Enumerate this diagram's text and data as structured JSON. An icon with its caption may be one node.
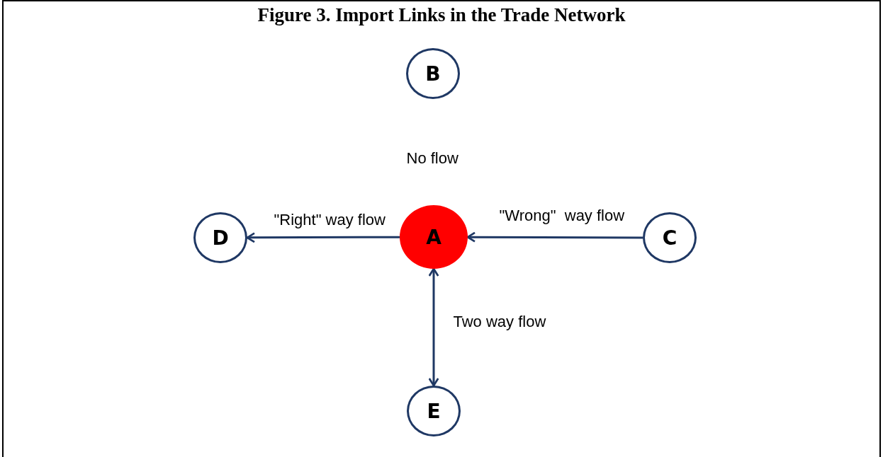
{
  "diagram": {
    "title": "Figure 3. Import Links in the Trade Network",
    "nodes": [
      {
        "text": [
          "B"
        ]
      },
      {
        "text": [
          "D"
        ]
      },
      {
        "text": [
          "A"
        ]
      },
      {
        "text": [
          "C"
        ]
      },
      {
        "text": [
          "E"
        ]
      }
    ],
    "edges": [
      {
        "from": 2,
        "to": 1,
        "arrow": "to",
        "label": "\"Right\" way flow"
      },
      {
        "from": 3,
        "to": 2,
        "arrow": "to",
        "label": "\"Wrong\"  way flow"
      },
      {
        "from": 2,
        "to": 4,
        "arrow": "both",
        "label": "Two way flow"
      }
    ],
    "labels": [
      "No flow"
    ]
  }
}
